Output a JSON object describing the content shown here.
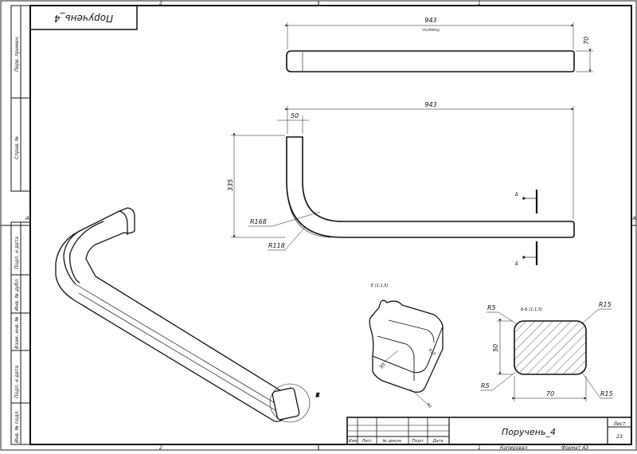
{
  "drawing": {
    "title_box_text": "Поручень_4",
    "zone_labels": {
      "top_left": "2",
      "top_right": "1",
      "left_mid": "A",
      "right_mid": "A",
      "bottom_left": "2",
      "bottom_right": "1"
    },
    "side_stamp": [
      "Перв. примен.",
      "Справ. №",
      "Подп. и дата",
      "Инв. № дубл.",
      "Взам. инв. №",
      "Подп. и дата",
      "Инв. № подл."
    ],
    "top_view": {
      "dim_length": "943",
      "dim_height": "70",
      "note": "Развертка"
    },
    "front_view": {
      "dim_length": "943",
      "dim_end": "50",
      "dim_height": "335",
      "radius_outer": "R168",
      "radius_inner": "R118",
      "section_mark": "Б"
    },
    "detail_view": {
      "label": "Е (1:1,5)",
      "radius_small": "R5",
      "radius_large": "R15",
      "radius_mid": "R1"
    },
    "section_view": {
      "label": "Б-Б (1:1,5)",
      "r_top_left": "R5",
      "r_top_right": "R15",
      "r_bottom_left": "R5",
      "r_bottom_right": "R15",
      "dim_height": "50",
      "dim_width": "70"
    },
    "iso_view": {
      "detail_mark": "Е"
    },
    "title_block": {
      "name": "Поручень_4",
      "sheet_label": "Лист",
      "sheet_number": "23",
      "columns": [
        "Изм",
        "Лист",
        "№ докум.",
        "Подп.",
        "Дата"
      ],
      "copied_label": "Копировал",
      "format_label": "Формат А3"
    }
  }
}
